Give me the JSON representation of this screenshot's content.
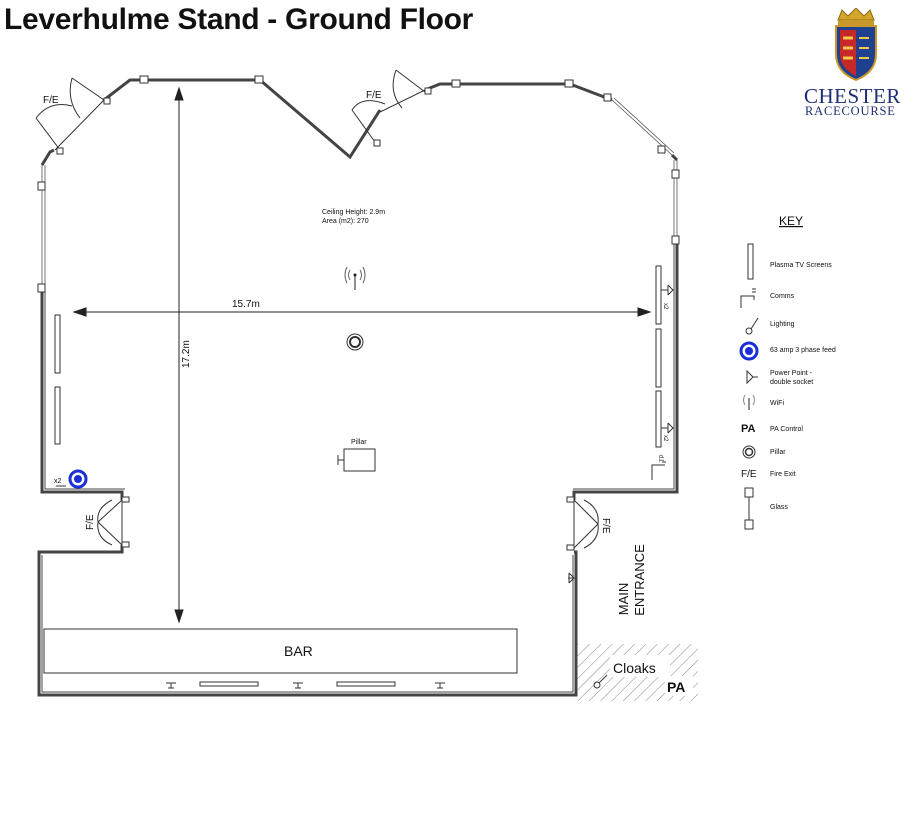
{
  "title": "Leverhulme Stand - Ground Floor",
  "logo": {
    "line1": "CHESTER",
    "line2": "RACECOURSE"
  },
  "plan": {
    "ceiling": "Ceiling Height: 2.9m",
    "area": "Area (m2): 270",
    "width_dim": "15.7m",
    "height_dim": "17.2m",
    "fire_exit": "F/E",
    "pillar": "Pillar",
    "bar": "BAR",
    "cloaks": "Cloaks",
    "pa": "PA",
    "main": "MAIN",
    "entrance": "ENTRANCE",
    "x2": "x2",
    "tp": "TP"
  },
  "key": {
    "title": "KEY",
    "items": [
      {
        "label": "Plasma TV Screens",
        "icon": "tv-screen-icon"
      },
      {
        "label": "Comms",
        "icon": "comms-icon"
      },
      {
        "label": "Lighting",
        "icon": "lighting-icon"
      },
      {
        "label": "63 amp 3 phase feed",
        "icon": "power-feed-icon"
      },
      {
        "label": "Power Point -",
        "label2": "double socket",
        "icon": "power-point-icon"
      },
      {
        "label": "WiFi",
        "icon": "wifi-icon"
      },
      {
        "label": "PA Control",
        "symbol": "PA",
        "icon": "pa-control-icon"
      },
      {
        "label": "Pillar",
        "icon": "pillar-icon"
      },
      {
        "label": "Fire Exit",
        "symbol": "F/E",
        "icon": "fire-exit-icon"
      },
      {
        "label": "Glass",
        "icon": "glass-icon"
      }
    ]
  },
  "colors": {
    "wall": "#444444",
    "feed": "#1a2fd6",
    "logo": "#1f2f73"
  }
}
